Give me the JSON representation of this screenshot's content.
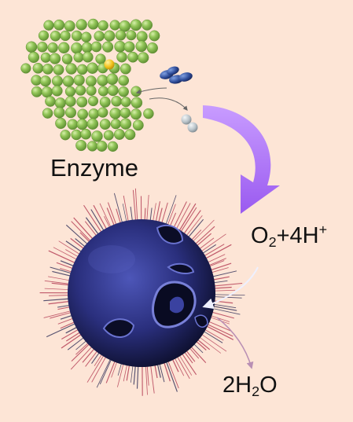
{
  "labels": {
    "enzyme": "Enzyme",
    "reactant": {
      "a": "O",
      "a_sub": "2",
      "b": "+4H",
      "b_sup": "+"
    },
    "product": {
      "a": "2H",
      "a_sub": "2",
      "b": "O"
    }
  },
  "colors": {
    "background": "#fde5d6",
    "enzyme_bead": "#8fc255",
    "enzyme_bead_edge": "#5e8f32",
    "active_site": "#f2c21b",
    "substrate": "#2f4d9a",
    "product_bead": "#b9c3c9",
    "transfer_arrow": "#a46cf4",
    "nanozyme_sphere": "#2a2f7d",
    "nanozyme_spike": "#b0364f",
    "text": "#111111"
  }
}
